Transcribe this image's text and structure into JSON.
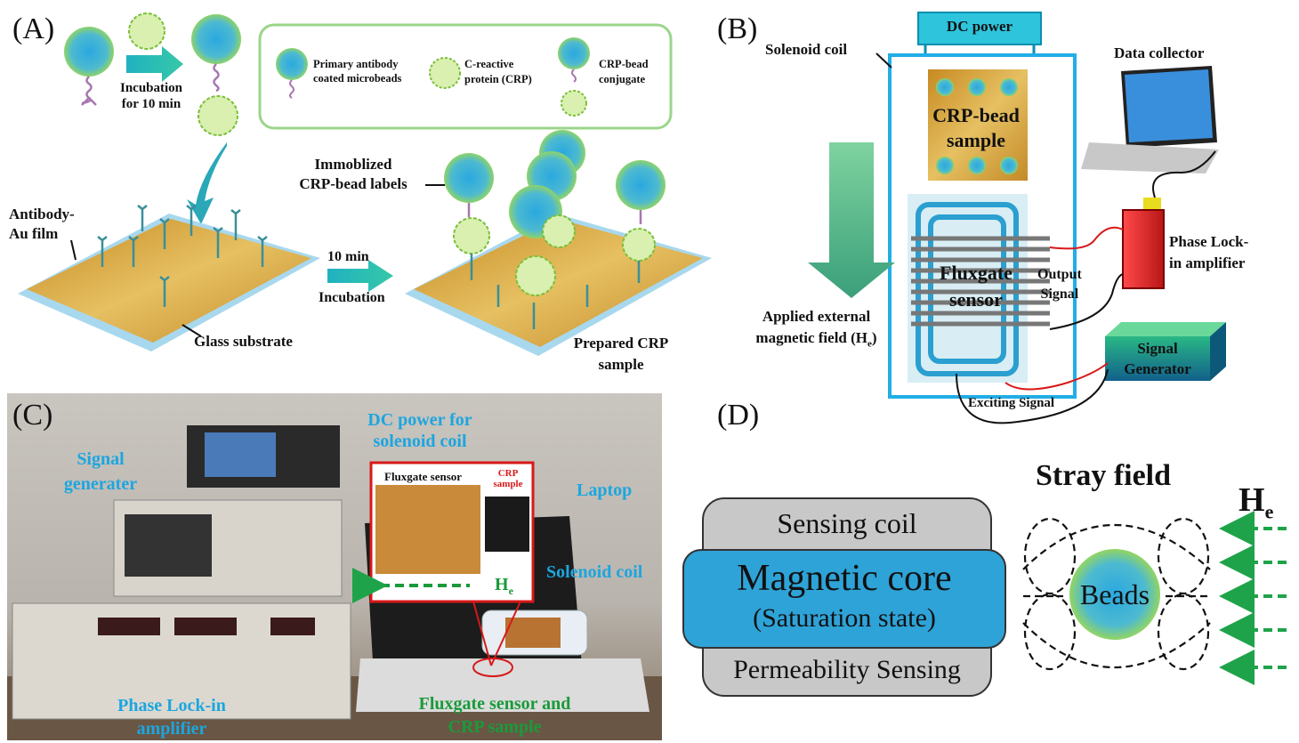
{
  "panelA": {
    "letter": "(A)",
    "incubation1": [
      "Incubation",
      "for 10 min"
    ],
    "legend": {
      "primary": [
        "Primary antibody",
        "coated microbeads"
      ],
      "crp": [
        "C-reactive",
        "protein (CRP)"
      ],
      "conj": [
        "CRP-bead",
        "conjugate"
      ]
    },
    "antibody_au": [
      "Antibody-",
      "Au film"
    ],
    "glass": "Glass substrate",
    "incubation2_time": "10 min",
    "incubation2_label": "Incubation",
    "immobilized": [
      "Immoblized",
      "CRP-bead labels"
    ],
    "prepared": [
      "Prepared CRP",
      "sample"
    ]
  },
  "panelB": {
    "letter": "(B)",
    "dc_power": "DC power",
    "solenoid": "Solenoid coil",
    "data_collector": "Data collector",
    "crp_bead_sample": [
      "CRP-bead",
      "sample"
    ],
    "fluxgate": [
      "Fluxgate",
      "sensor"
    ],
    "output": [
      "Output",
      "Signal"
    ],
    "phase_lock": [
      "Phase Lock-",
      "in amplifier"
    ],
    "applied": [
      "Applied external",
      "magnetic field (H"
    ],
    "applied_sub": "e",
    "signal_gen": [
      "Signal",
      "Generator"
    ],
    "exciting": "Exciting Signal"
  },
  "panelC": {
    "letter": "(C)",
    "dc_power": [
      "DC power for",
      "solenoid coil"
    ],
    "signal_gen": [
      "Signal",
      "generater"
    ],
    "fluxgate_inset": "Fluxgate sensor",
    "crp_inset": [
      "CRP",
      "sample"
    ],
    "he": "H",
    "he_sub": "e",
    "laptop": "Laptop",
    "solenoid": "Solenoid coil",
    "phase_lock": [
      "Phase Lock-in",
      "amplifier"
    ],
    "fluxgate_crp": [
      "Fluxgate sensor and",
      "CRP sample"
    ]
  },
  "panelD": {
    "letter": "(D)",
    "sensing_coil": "Sensing coil",
    "magnetic_core": "Magnetic core",
    "saturation": "(Saturation state)",
    "permeability": "Permeability Sensing",
    "stray_field": "Stray field",
    "beads": "Beads",
    "he": "H",
    "he_sub": "e"
  },
  "colors": {
    "bead_center": "#2aa8e0",
    "bead_edge": "#8ed36a",
    "gold": "#d9a840",
    "solenoid_blue": "#21aee6",
    "green_arrow": "#2a9a3a",
    "core_blue": "#2ea3d8",
    "coil_gray": "#c8c8c8"
  }
}
